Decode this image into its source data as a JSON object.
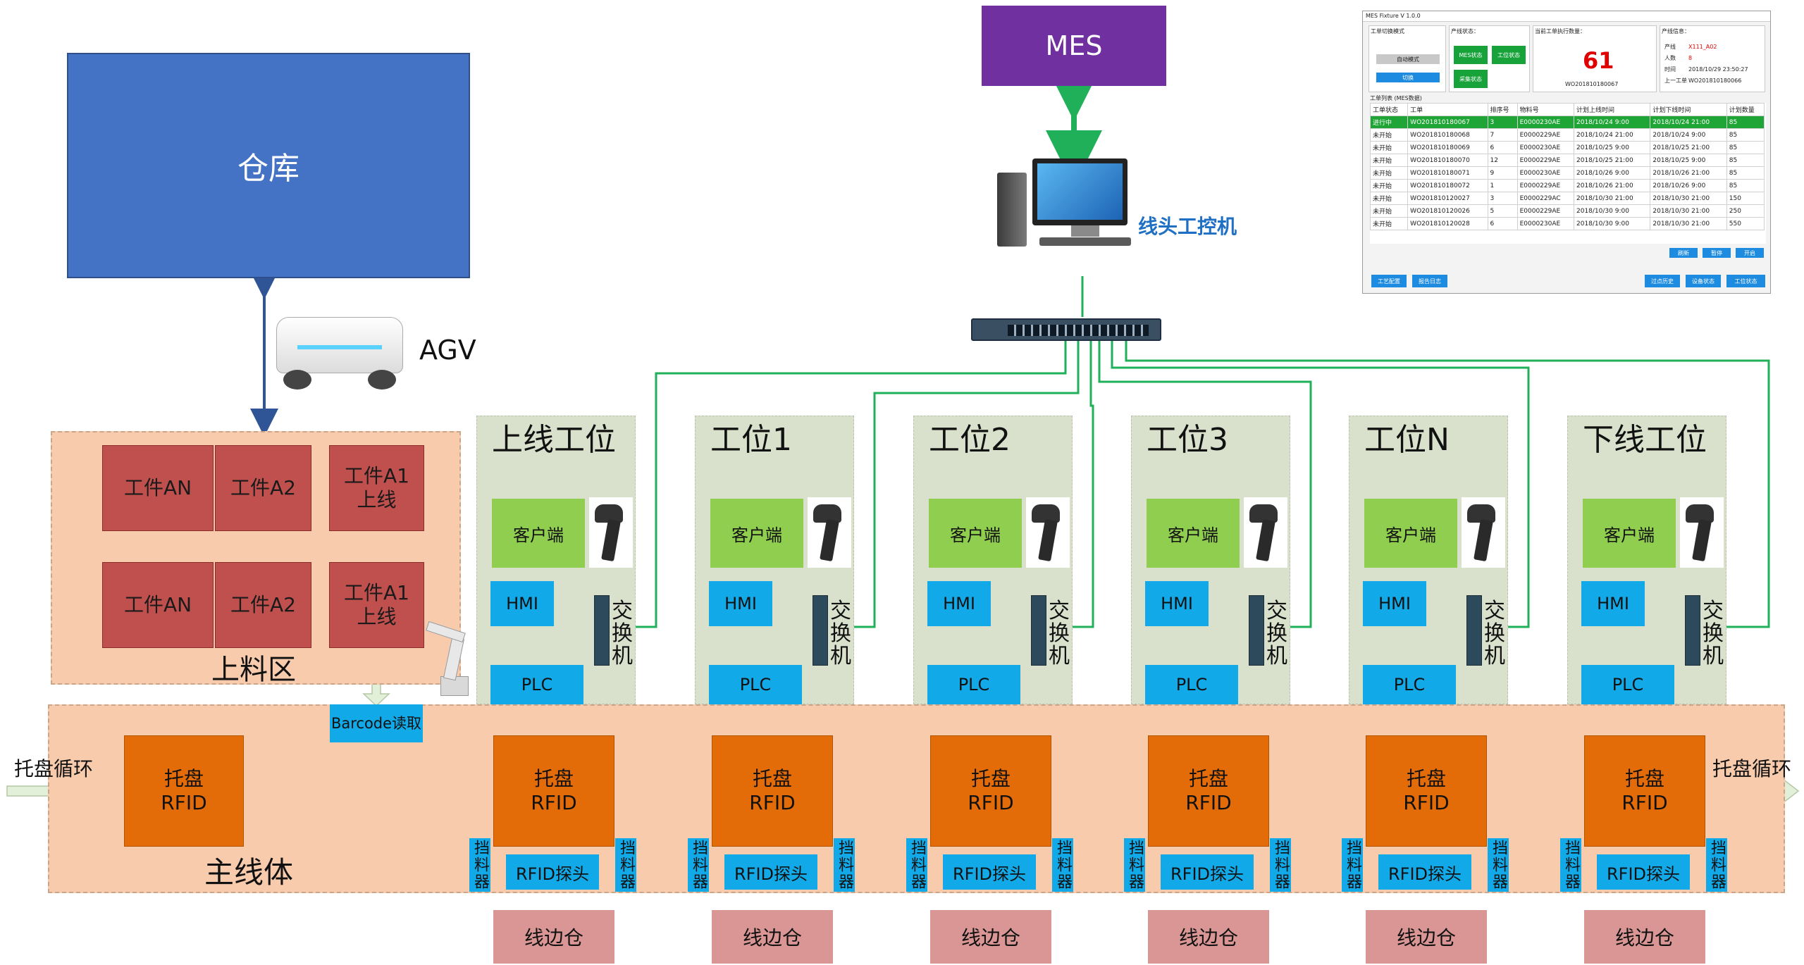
{
  "warehouse": "仓库",
  "mes": "MES",
  "agv": "AGV",
  "pc_label": "线头工控机",
  "feed_area": {
    "label": "上料区",
    "parts": [
      "工件AN",
      "工件A2",
      "工件A1\n上线",
      "工件AN",
      "工件A2",
      "工件A1\n上线"
    ]
  },
  "main_line": {
    "label": "主线体",
    "tray_cycle_in": "托盘循环",
    "tray_cycle_out": "托盘循环",
    "barcode": "Barcode读取",
    "entry_tray": "托盘\nRFID"
  },
  "stations": [
    {
      "title": "上线工位"
    },
    {
      "title": "工位1"
    },
    {
      "title": "工位2"
    },
    {
      "title": "工位3"
    },
    {
      "title": "工位N"
    },
    {
      "title": "下线工位"
    }
  ],
  "station_labels": {
    "client": "客户端",
    "hmi": "HMI",
    "plc": "PLC",
    "switch": "交\n换\n机",
    "tray": "托盘\nRFID",
    "probe": "RFID探头",
    "stopper": "挡料器",
    "side_store": "线边仓"
  },
  "ui_panel": {
    "title": "MES Fixture V 1.0.0",
    "mode_title": "工单切换模式",
    "auto_mode": "自动模式",
    "switch_btn": "切换",
    "line_status_title": "产线状态：",
    "mes_status": "MES状态",
    "station_status": "工位状态",
    "collect_status": "采集状态",
    "current_count_title": "当前工单执行数量：",
    "current_count": "61",
    "current_wo": "WO201810180067",
    "line_info_title": "产线信息：",
    "line_info": [
      {
        "k": "产线",
        "v": "X111_A02"
      },
      {
        "k": "人数",
        "v": "8"
      },
      {
        "k": "时间",
        "v": "2018/10/29 23:50:27"
      },
      {
        "k": "上一工单",
        "v": "WO201810180066"
      }
    ],
    "list_title": "工单列表 (MES数据)",
    "columns": [
      "工单状态",
      "工单",
      "排序号",
      "物料号",
      "计划上线时间",
      "计划下线时间",
      "计划数量"
    ],
    "rows": [
      [
        "进行中",
        "WO201810180067",
        "3",
        "E0000230AE",
        "2018/10/24 9:00",
        "2018/10/24 21:00",
        "85"
      ],
      [
        "未开始",
        "WO201810180068",
        "7",
        "E0000229AE",
        "2018/10/24 21:00",
        "2018/10/24 9:00",
        "85"
      ],
      [
        "未开始",
        "WO201810180069",
        "6",
        "E0000230AE",
        "2018/10/25 9:00",
        "2018/10/25 21:00",
        "85"
      ],
      [
        "未开始",
        "WO201810180070",
        "12",
        "E0000229AE",
        "2018/10/25 21:00",
        "2018/10/25 9:00",
        "85"
      ],
      [
        "未开始",
        "WO201810180071",
        "9",
        "E0000230AE",
        "2018/10/26 9:00",
        "2018/10/26 21:00",
        "85"
      ],
      [
        "未开始",
        "WO201810180072",
        "1",
        "E0000229AE",
        "2018/10/26 21:00",
        "2018/10/26 9:00",
        "85"
      ],
      [
        "未开始",
        "WO201810120027",
        "3",
        "E0000229AC",
        "2018/10/30 21:00",
        "2018/10/30 21:00",
        "150"
      ],
      [
        "未开始",
        "WO201810120026",
        "5",
        "E0000229AE",
        "2018/10/30 9:00",
        "2018/10/30 21:00",
        "250"
      ],
      [
        "未开始",
        "WO201810120028",
        "6",
        "E0000230AE",
        "2018/10/30 9:00",
        "2018/10/30 21:00",
        "550"
      ]
    ],
    "btn_refresh": "刷新",
    "btn_pause": "暂停",
    "btn_start": "开启",
    "btn_process_config": "工艺配置",
    "btn_report_log": "报告日志",
    "btn_history": "过点历史",
    "btn_device_status": "设备状态",
    "btn_station_status": "工位状态"
  }
}
